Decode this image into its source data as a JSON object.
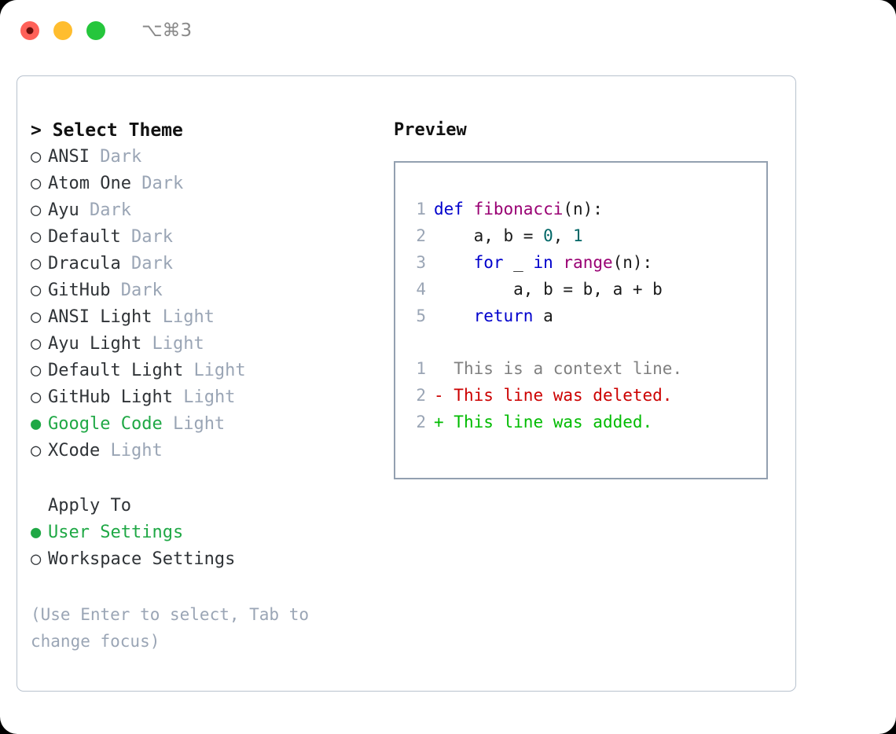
{
  "titlebar": {
    "shortcut": "⌥⌘3",
    "buttons": [
      {
        "name": "close",
        "color": "#ff6159"
      },
      {
        "name": "minimize",
        "color": "#ffbd2e"
      },
      {
        "name": "zoom",
        "color": "#25c63c"
      }
    ]
  },
  "left": {
    "header": "> Select Theme",
    "themes": [
      {
        "bullet": "○",
        "name": "ANSI",
        "kind": "Dark",
        "selected": false
      },
      {
        "bullet": "○",
        "name": "Atom One",
        "kind": "Dark",
        "selected": false
      },
      {
        "bullet": "○",
        "name": "Ayu",
        "kind": "Dark",
        "selected": false
      },
      {
        "bullet": "○",
        "name": "Default",
        "kind": "Dark",
        "selected": false
      },
      {
        "bullet": "○",
        "name": "Dracula",
        "kind": "Dark",
        "selected": false
      },
      {
        "bullet": "○",
        "name": "GitHub",
        "kind": "Dark",
        "selected": false
      },
      {
        "bullet": "○",
        "name": "ANSI Light",
        "kind": "Light",
        "selected": false
      },
      {
        "bullet": "○",
        "name": "Ayu Light",
        "kind": "Light",
        "selected": false
      },
      {
        "bullet": "○",
        "name": "Default Light",
        "kind": "Light",
        "selected": false
      },
      {
        "bullet": "○",
        "name": "GitHub Light",
        "kind": "Light",
        "selected": false
      },
      {
        "bullet": "●",
        "name": "Google Code",
        "kind": "Light",
        "selected": true
      },
      {
        "bullet": "○",
        "name": "XCode",
        "kind": "Light",
        "selected": false
      }
    ],
    "apply_to_label": "Apply To",
    "apply_options": [
      {
        "bullet": "●",
        "label": "User Settings",
        "selected": true
      },
      {
        "bullet": "○",
        "label": "Workspace Settings",
        "selected": false
      }
    ],
    "hint_line1": "(Use Enter to select, Tab to",
    "hint_line2": "change focus)"
  },
  "right": {
    "header": "Preview",
    "code_lines": [
      {
        "no": "1",
        "tokens": [
          {
            "t": "def ",
            "c": "kw"
          },
          {
            "t": "fibonacci",
            "c": "fn"
          },
          {
            "t": "(n):",
            "c": "punct"
          }
        ]
      },
      {
        "no": "2",
        "tokens": [
          {
            "t": "    a, b = ",
            "c": "plain"
          },
          {
            "t": "0",
            "c": "num"
          },
          {
            "t": ", ",
            "c": "plain"
          },
          {
            "t": "1",
            "c": "num"
          }
        ]
      },
      {
        "no": "3",
        "tokens": [
          {
            "t": "    ",
            "c": "plain"
          },
          {
            "t": "for",
            "c": "kw"
          },
          {
            "t": " _ ",
            "c": "plain"
          },
          {
            "t": "in",
            "c": "kw"
          },
          {
            "t": " ",
            "c": "plain"
          },
          {
            "t": "range",
            "c": "fn"
          },
          {
            "t": "(n):",
            "c": "punct"
          }
        ]
      },
      {
        "no": "4",
        "tokens": [
          {
            "t": "        a, b = b, a + b",
            "c": "plain"
          }
        ]
      },
      {
        "no": "5",
        "tokens": [
          {
            "t": "    ",
            "c": "plain"
          },
          {
            "t": "return",
            "c": "kw"
          },
          {
            "t": " a",
            "c": "plain"
          }
        ]
      }
    ],
    "diff_lines": [
      {
        "no": "1",
        "marker": "  ",
        "text": "This is a context line.",
        "kind": "context"
      },
      {
        "no": "2",
        "marker": "- ",
        "text": "This line was deleted.",
        "kind": "del"
      },
      {
        "no": "2",
        "marker": "+ ",
        "text": "This line was added.",
        "kind": "add"
      }
    ]
  },
  "colors": {
    "accent_green": "#1fa845",
    "muted": "#9aa5b5",
    "keyword": "#0000cc",
    "function": "#990073",
    "number": "#006666",
    "diff_add": "#00bb00",
    "diff_del": "#cc0000",
    "panel_border": "#b8c2ce",
    "preview_border": "#93a0b0"
  }
}
